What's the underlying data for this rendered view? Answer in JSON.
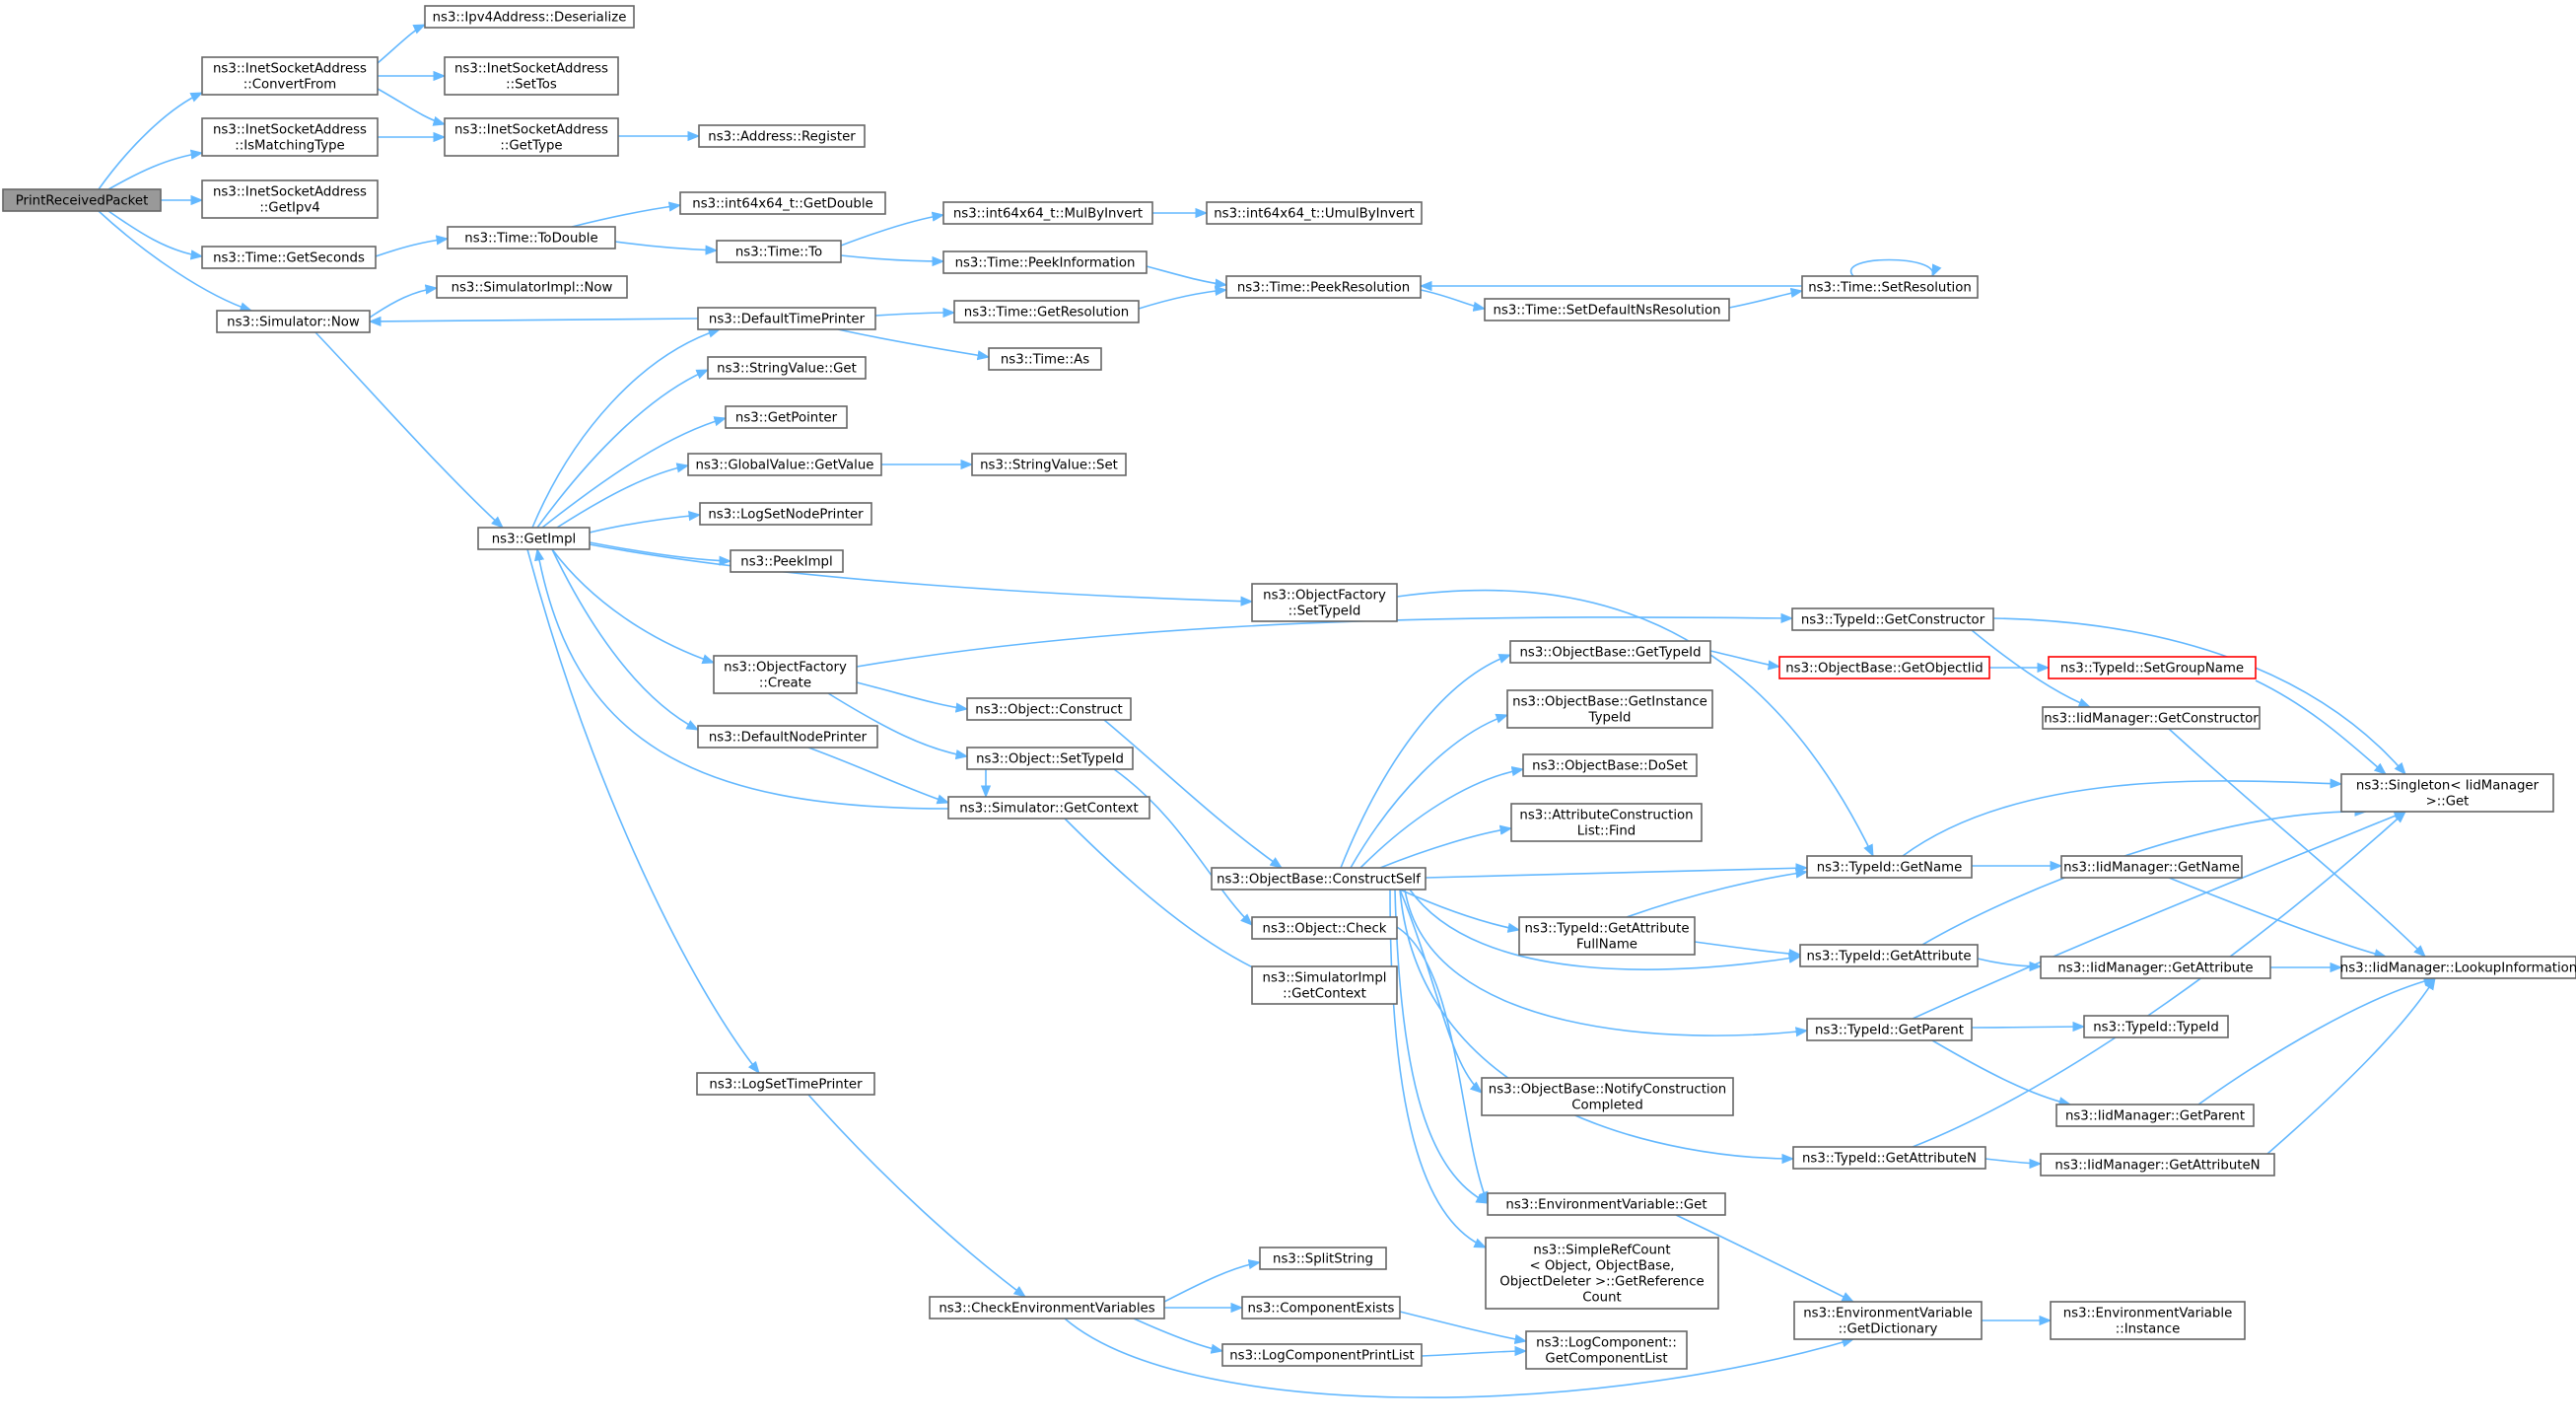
{
  "colors": {
    "edge": "#63b8ff",
    "node_border": "#666666",
    "root_fill": "#999999",
    "truncated_border": "#ff0000",
    "background": "#ffffff"
  },
  "nodes": [
    {
      "id": "n0",
      "lines": [
        "PrintReceivedPacket"
      ],
      "style": "root"
    },
    {
      "id": "n1",
      "lines": [
        "ns3::InetSocketAddress",
        "::ConvertFrom"
      ]
    },
    {
      "id": "n2",
      "lines": [
        "ns3::InetSocketAddress",
        "::IsMatchingType"
      ]
    },
    {
      "id": "n3",
      "lines": [
        "ns3::InetSocketAddress",
        "::GetIpv4"
      ]
    },
    {
      "id": "n4",
      "lines": [
        "ns3::Time::GetSeconds"
      ]
    },
    {
      "id": "n5",
      "lines": [
        "ns3::Simulator::Now"
      ]
    },
    {
      "id": "n6",
      "lines": [
        "ns3::Ipv4Address::Deserialize"
      ]
    },
    {
      "id": "n7",
      "lines": [
        "ns3::InetSocketAddress",
        "::SetTos"
      ]
    },
    {
      "id": "n8",
      "lines": [
        "ns3::InetSocketAddress",
        "::GetType"
      ]
    },
    {
      "id": "n9",
      "lines": [
        "ns3::Address::Register"
      ]
    },
    {
      "id": "n10",
      "lines": [
        "ns3::Time::ToDouble"
      ]
    },
    {
      "id": "n11",
      "lines": [
        "ns3::int64x64_t::GetDouble"
      ]
    },
    {
      "id": "n12",
      "lines": [
        "ns3::Time::To"
      ]
    },
    {
      "id": "n13",
      "lines": [
        "ns3::int64x64_t::MulByInvert"
      ]
    },
    {
      "id": "n14",
      "lines": [
        "ns3::int64x64_t::UmulByInvert"
      ]
    },
    {
      "id": "n15",
      "lines": [
        "ns3::Time::PeekInformation"
      ]
    },
    {
      "id": "n16",
      "lines": [
        "ns3::Time::PeekResolution"
      ]
    },
    {
      "id": "n17",
      "lines": [
        "ns3::Time::SetDefaultNsResolution"
      ]
    },
    {
      "id": "n18",
      "lines": [
        "ns3::Time::SetResolution"
      ]
    },
    {
      "id": "n19",
      "lines": [
        "ns3::SimulatorImpl::Now"
      ]
    },
    {
      "id": "n20",
      "lines": [
        "ns3::DefaultTimePrinter"
      ]
    },
    {
      "id": "n21",
      "lines": [
        "ns3::Time::GetResolution"
      ]
    },
    {
      "id": "n22",
      "lines": [
        "ns3::Time::As"
      ]
    },
    {
      "id": "n23",
      "lines": [
        "ns3::StringValue::Get"
      ]
    },
    {
      "id": "n24",
      "lines": [
        "ns3::GetPointer"
      ]
    },
    {
      "id": "n25",
      "lines": [
        "ns3::GlobalValue::GetValue"
      ]
    },
    {
      "id": "n26",
      "lines": [
        "ns3::StringValue::Set"
      ]
    },
    {
      "id": "n27",
      "lines": [
        "ns3::LogSetNodePrinter"
      ]
    },
    {
      "id": "n28",
      "lines": [
        "ns3::GetImpl"
      ]
    },
    {
      "id": "n29",
      "lines": [
        "ns3::PeekImpl"
      ]
    },
    {
      "id": "n30",
      "lines": [
        "ns3::ObjectFactory",
        "::SetTypeId"
      ]
    },
    {
      "id": "n31",
      "lines": [
        "ns3::TypeId::GetConstructor"
      ]
    },
    {
      "id": "n32",
      "lines": [
        "ns3::ObjectFactory",
        "::Create"
      ]
    },
    {
      "id": "n33",
      "lines": [
        "ns3::Object::Construct"
      ]
    },
    {
      "id": "n34",
      "lines": [
        "ns3::DefaultNodePrinter"
      ]
    },
    {
      "id": "n35",
      "lines": [
        "ns3::Object::SetTypeId"
      ]
    },
    {
      "id": "n36",
      "lines": [
        "ns3::Simulator::GetContext"
      ]
    },
    {
      "id": "n37",
      "lines": [
        "ns3::ObjectBase::GetTypeId"
      ]
    },
    {
      "id": "n38",
      "lines": [
        "ns3::ObjectBase::GetObjectIid"
      ],
      "style": "truncated"
    },
    {
      "id": "n39",
      "lines": [
        "ns3::TypeId::SetGroupName"
      ],
      "style": "truncated"
    },
    {
      "id": "n40",
      "lines": [
        "ns3::ObjectBase::GetInstance",
        "TypeId"
      ]
    },
    {
      "id": "n41",
      "lines": [
        "ns3::IidManager::GetConstructor"
      ]
    },
    {
      "id": "n42",
      "lines": [
        "ns3::ObjectBase::DoSet"
      ]
    },
    {
      "id": "n43",
      "lines": [
        "ns3::Singleton< IidManager",
        " >::Get"
      ]
    },
    {
      "id": "n44",
      "lines": [
        "ns3::AttributeConstruction",
        "List::Find"
      ]
    },
    {
      "id": "n45",
      "lines": [
        "ns3::ObjectBase::ConstructSelf"
      ]
    },
    {
      "id": "n46",
      "lines": [
        "ns3::TypeId::GetName"
      ]
    },
    {
      "id": "n47",
      "lines": [
        "ns3::IidManager::GetName"
      ]
    },
    {
      "id": "n48",
      "lines": [
        "ns3::Object::Check"
      ]
    },
    {
      "id": "n49",
      "lines": [
        "ns3::TypeId::GetAttribute",
        "FullName"
      ]
    },
    {
      "id": "n50",
      "lines": [
        "ns3::TypeId::GetAttribute"
      ]
    },
    {
      "id": "n51",
      "lines": [
        "ns3::IidManager::GetAttribute"
      ]
    },
    {
      "id": "n52",
      "lines": [
        "ns3::IidManager::LookupInformation"
      ]
    },
    {
      "id": "n53",
      "lines": [
        "ns3::SimulatorImpl",
        "::GetContext"
      ]
    },
    {
      "id": "n54",
      "lines": [
        "ns3::TypeId::GetParent"
      ]
    },
    {
      "id": "n55",
      "lines": [
        "ns3::TypeId::TypeId"
      ]
    },
    {
      "id": "n56",
      "lines": [
        "ns3::LogSetTimePrinter"
      ]
    },
    {
      "id": "n57",
      "lines": [
        "ns3::ObjectBase::NotifyConstruction",
        "Completed"
      ]
    },
    {
      "id": "n58",
      "lines": [
        "ns3::IidManager::GetParent"
      ]
    },
    {
      "id": "n59",
      "lines": [
        "ns3::TypeId::GetAttributeN"
      ]
    },
    {
      "id": "n60",
      "lines": [
        "ns3::IidManager::GetAttributeN"
      ]
    },
    {
      "id": "n61",
      "lines": [
        "ns3::EnvironmentVariable::Get"
      ]
    },
    {
      "id": "n62",
      "lines": [
        "ns3::SplitString"
      ]
    },
    {
      "id": "n63",
      "lines": [
        "ns3::SimpleRefCount",
        "< Object, ObjectBase,",
        " ObjectDeleter >::GetReference",
        "Count"
      ]
    },
    {
      "id": "n64",
      "lines": [
        "ns3::CheckEnvironmentVariables"
      ]
    },
    {
      "id": "n65",
      "lines": [
        "ns3::ComponentExists"
      ]
    },
    {
      "id": "n66",
      "lines": [
        "ns3::EnvironmentVariable",
        "::GetDictionary"
      ]
    },
    {
      "id": "n67",
      "lines": [
        "ns3::EnvironmentVariable",
        "::Instance"
      ]
    },
    {
      "id": "n68",
      "lines": [
        "ns3::LogComponentPrintList"
      ]
    },
    {
      "id": "n69",
      "lines": [
        "ns3::LogComponent::",
        "GetComponentList"
      ]
    }
  ]
}
